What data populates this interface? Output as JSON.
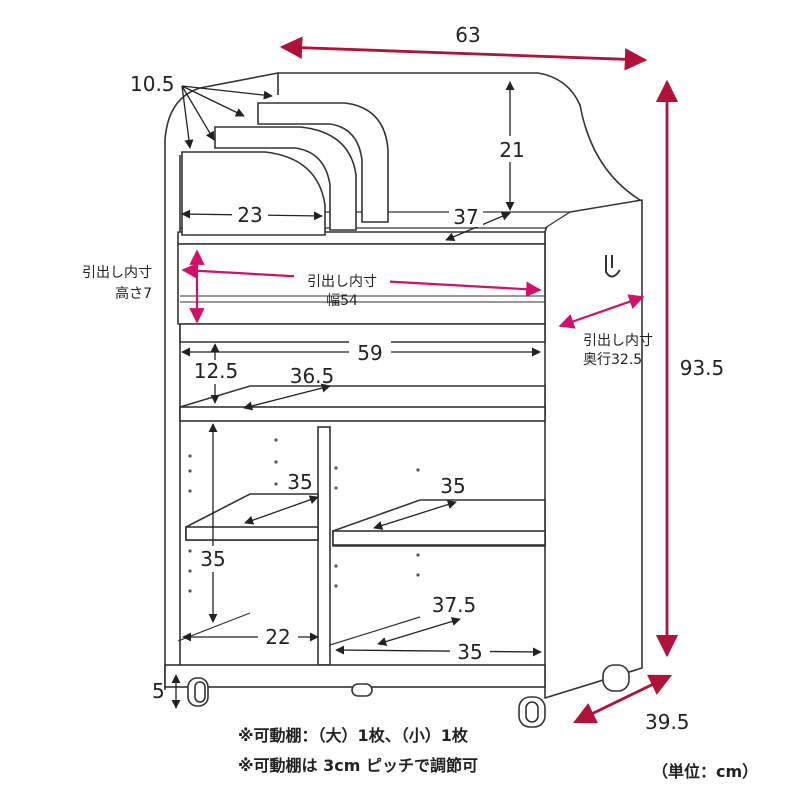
{
  "dimensions": {
    "overall_width": "63",
    "overall_height": "93.5",
    "overall_depth": "39.5",
    "top_step_depth": "10.5",
    "top_rack_height": "21",
    "top_left_width": "23",
    "top_right_depth": "37",
    "drawer_inner_width_value": "幅54",
    "drawer_inner_height_value": "高さ7",
    "drawer_inner_depth_value": "奥行32.5",
    "inner_width": "59",
    "upper_clearance": "12.5",
    "upper_shelf_depth": "36.5",
    "left_shelf_depth": "35",
    "right_shelf_depth": "35",
    "lower_compartment_height": "35",
    "bottom_depth": "37.5",
    "bottom_left_width": "22",
    "bottom_right_width": "35",
    "caster_height": "5"
  },
  "labels": {
    "drawer_inner": "引出し内寸"
  },
  "notes": {
    "movable_shelf_count": "※可動棚：（大）1枚、（小）1枚",
    "movable_shelf_pitch": "※可動棚は 3cm ピッチで調節可",
    "unit": "（単位：cm）"
  },
  "colors": {
    "dimension_arrow": "#b0123a",
    "outline": "#333333",
    "measure_line": "#222222"
  }
}
